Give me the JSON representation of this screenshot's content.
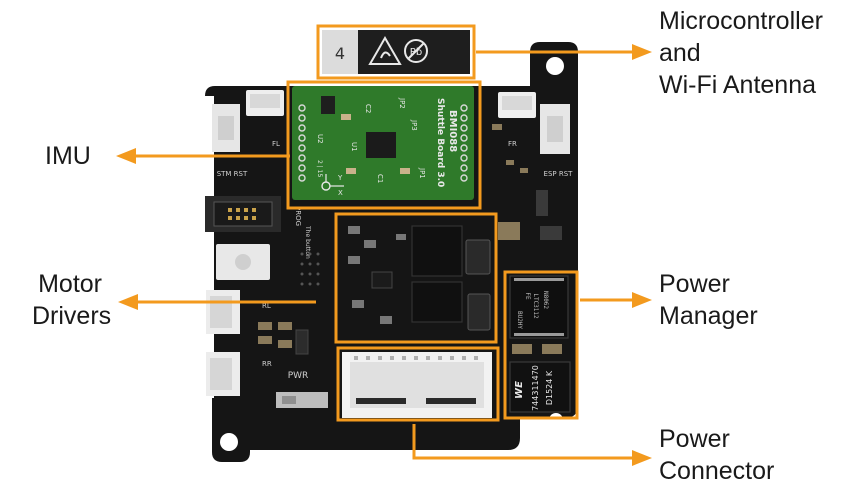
{
  "colors": {
    "accent": "#f39a1e",
    "board": "#151515",
    "sensor_board": "#2f7a2a",
    "text": "#1a1a1a"
  },
  "callouts": {
    "mcu": {
      "lines": [
        "Microcontroller",
        "and",
        "Wi-Fi Antenna"
      ]
    },
    "imu": {
      "lines": [
        "IMU"
      ]
    },
    "motor": {
      "lines": [
        "Motor",
        "Drivers"
      ]
    },
    "power_manager": {
      "lines": [
        "Power",
        "Manager"
      ]
    },
    "power_connector": {
      "lines": [
        "Power",
        "Connector"
      ]
    }
  },
  "board_labels": {
    "module_number": "4",
    "stm_rst": "STM RST",
    "esp_rst": "ESP RST",
    "fl": "FL",
    "fr": "FR",
    "rl": "RL",
    "rr": "RR",
    "pwr": "PWR",
    "prog": "PROG",
    "the_button": "The button",
    "bmi_line1": "BMI088",
    "bmi_line2": "Shuttle Board 3.0",
    "jp1": "JP1",
    "jp2": "JP2",
    "jp3": "JP3",
    "u1": "U1",
    "u2": "U2",
    "c1": "C1",
    "c2": "C2",
    "pin_range": "2 | 15",
    "axis_y": "Y",
    "axis_x": "X",
    "ic_line1": "N8062",
    "ic_line2": "LTC3112",
    "ic_line3": "FE",
    "ic_line4": "BU2HY",
    "inductor_brand": "WE",
    "inductor_line1": "744311470",
    "inductor_line2": "D1524 K"
  }
}
